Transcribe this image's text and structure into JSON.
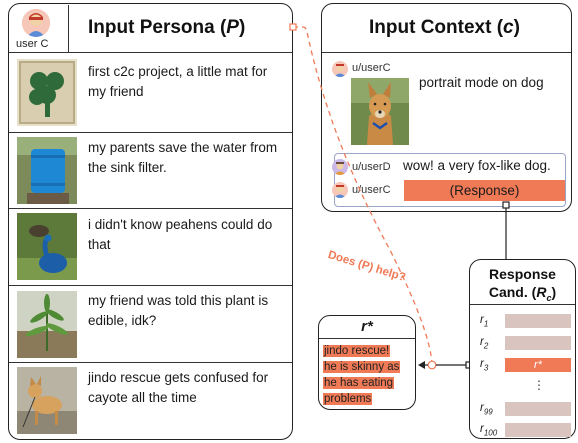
{
  "persona": {
    "user_label": "user C",
    "title_prefix": "Input Persona (",
    "title_var": "P",
    "title_suffix": ")",
    "items": [
      {
        "caption": "first c2c project, a little mat for my friend",
        "image_icon": "green-shamrock-mat-photo"
      },
      {
        "caption": "my parents save the water from the sink filter.",
        "image_icon": "blue-water-barrel-photo"
      },
      {
        "caption": "i didn't know peahens could do that",
        "image_icon": "peacock-photo"
      },
      {
        "caption": "my friend was told this plant is edible, idk?",
        "image_icon": "plant-photo"
      },
      {
        "caption": " jindo rescue gets confused for cayote all the time",
        "image_icon": "jindo-dog-photo"
      }
    ]
  },
  "context": {
    "title_prefix": "Input Context (",
    "title_var": "c",
    "title_suffix": ")",
    "post": {
      "user": "u/userC",
      "text": "portrait mode on dog",
      "image_icon": "dog-portrait-photo"
    },
    "reply": {
      "user": "u/userD",
      "text": "wow! a very fox-like dog."
    },
    "response": {
      "user": "u/userC",
      "text": "(Response)"
    }
  },
  "connector_label": "Does (P) help?",
  "candidates": {
    "title_line1": "Response",
    "title_line2_prefix": "Cand. (",
    "title_var": "R",
    "title_sub": "c",
    "title_suffix": ")",
    "rows": [
      {
        "label": "r",
        "sub": "1",
        "selected": false,
        "text": ""
      },
      {
        "label": "r",
        "sub": "2",
        "selected": false,
        "text": ""
      },
      {
        "label": "r",
        "sub": "3",
        "selected": true,
        "text": "r*"
      },
      {
        "label": "r",
        "sub": "99",
        "selected": false,
        "text": ""
      },
      {
        "label": "r",
        "sub": "100",
        "selected": false,
        "text": ""
      }
    ],
    "ellipsis": "⋮"
  },
  "rstar": {
    "title": "r*",
    "lines": [
      "jindo rescue!",
      "he is skinny as",
      "he has eating",
      "problems"
    ]
  },
  "colors": {
    "accent": "#f07a56",
    "candidate_bar": "#d9c4c0",
    "connector": "#f07a56"
  }
}
